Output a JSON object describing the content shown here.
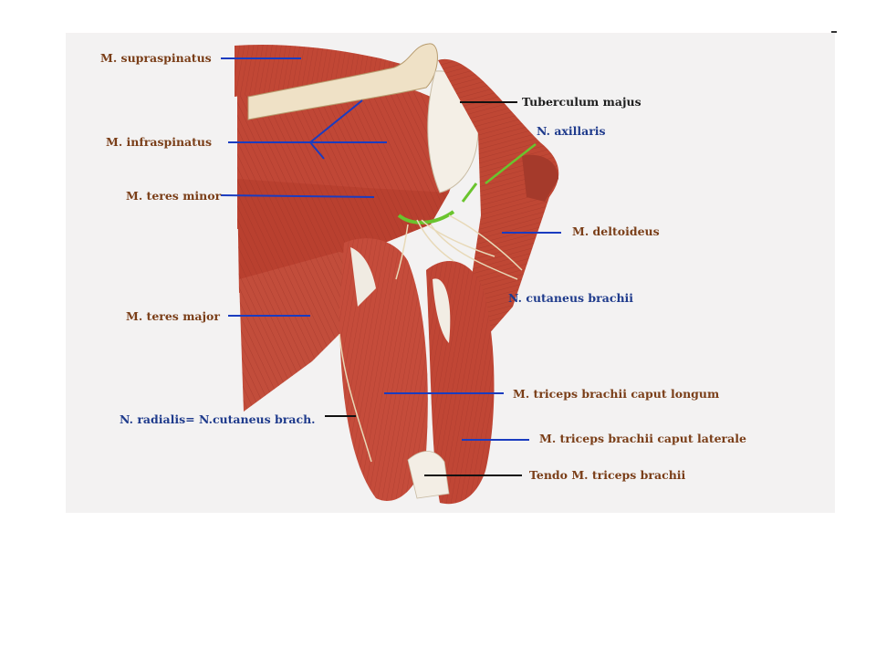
{
  "colors": {
    "background": "#ffffff",
    "panel": "#f3f2f2",
    "muscle": "#c44a3a",
    "muscle_dark": "#8e2b21",
    "tendon": "#f1ece2",
    "pointer_blue": "#1a3cc0",
    "pointer_black": "#111111",
    "nerve_green": "#6ac42e",
    "label_brown": "#7a3e18",
    "label_blue": "#1f3b8c"
  },
  "labels": {
    "supraspinatus": "M. supraspinatus",
    "tuberculum_majus": "Tuberculum majus",
    "n_axillaris": "N. axillaris",
    "infraspinatus": "M. infraspinatus",
    "teres_minor": "M. teres minor",
    "deltoideus": "M. deltoideus",
    "n_cutaneus_brachii": "N. cutaneus brachii",
    "teres_major": "M. teres major",
    "triceps_longum": "M. triceps brachii caput longum",
    "n_radialis": "N. radialis= N.cutaneus brach.",
    "triceps_laterale": "M. triceps brachii caput laterale",
    "tendo_triceps": "Tendo M. triceps brachii"
  }
}
